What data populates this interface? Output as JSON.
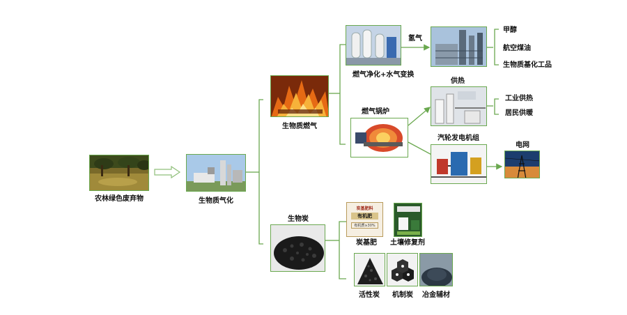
{
  "labels": {
    "waste": "农林绿色废弃物",
    "gasification": "生物质气化",
    "biogas": "生物质燃气",
    "biochar": "生物炭",
    "purify": "燃气净化+水气变换",
    "hydrogen": "氢气",
    "methanol": "甲醇",
    "jet_fuel": "航空煤油",
    "chemicals": "生物质基化工品",
    "boiler": "燃气锅炉",
    "heat_supply": "供热",
    "industrial_heat": "工业供热",
    "residential_heat": "居民供暖",
    "turbine": "汽轮发电机组",
    "grid": "电网",
    "fertilizer": "炭基肥",
    "soil_remediation": "土壤修复剂",
    "activated_carbon": "活性炭",
    "machine_charcoal": "机制炭",
    "metallurgy": "冶金辅材"
  },
  "product_bag": {
    "top_text": "炭基肥料",
    "bottom_text": "有机肥",
    "box_text": "有机质≥30%"
  },
  "colors": {
    "line": "#6aa84f",
    "arrow_hollow": "#8fbf7a"
  }
}
